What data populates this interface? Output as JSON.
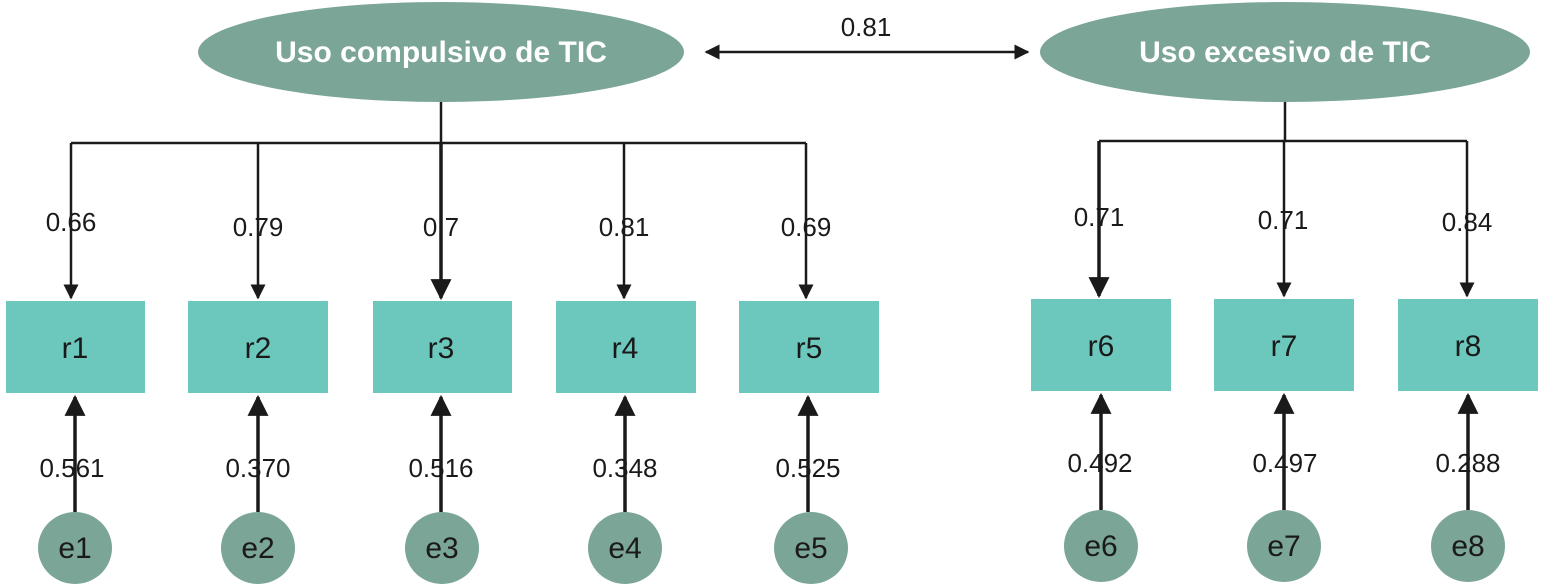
{
  "latent_factors": [
    {
      "id": "compulsive",
      "label": "Uso compulsivo de TIC"
    },
    {
      "id": "excessive",
      "label": "Uso excesivo de TIC"
    }
  ],
  "correlation": {
    "value": "0.81"
  },
  "indicators": [
    {
      "label": "r1",
      "loading": "0.66",
      "error": "e1",
      "error_value": "0.561"
    },
    {
      "label": "r2",
      "loading": "0.79",
      "error": "e2",
      "error_value": "0.370"
    },
    {
      "label": "r3",
      "loading": "0.7",
      "error": "e3",
      "error_value": "0.516"
    },
    {
      "label": "r4",
      "loading": "0.81",
      "error": "e4",
      "error_value": "0.348"
    },
    {
      "label": "r5",
      "loading": "0.69",
      "error": "e5",
      "error_value": "0.525"
    },
    {
      "label": "r6",
      "loading": "0.71",
      "error": "e6",
      "error_value": "0.492"
    },
    {
      "label": "r7",
      "loading": "0.71",
      "error": "e7",
      "error_value": "0.497"
    },
    {
      "label": "r8",
      "loading": "0.84",
      "error": "e8",
      "error_value": "0.288"
    }
  ],
  "colors": {
    "latent_fill": "#7ba596",
    "indicator_fill": "#6cc8bc",
    "error_fill": "#7ba596",
    "line": "#1a1a1a"
  }
}
